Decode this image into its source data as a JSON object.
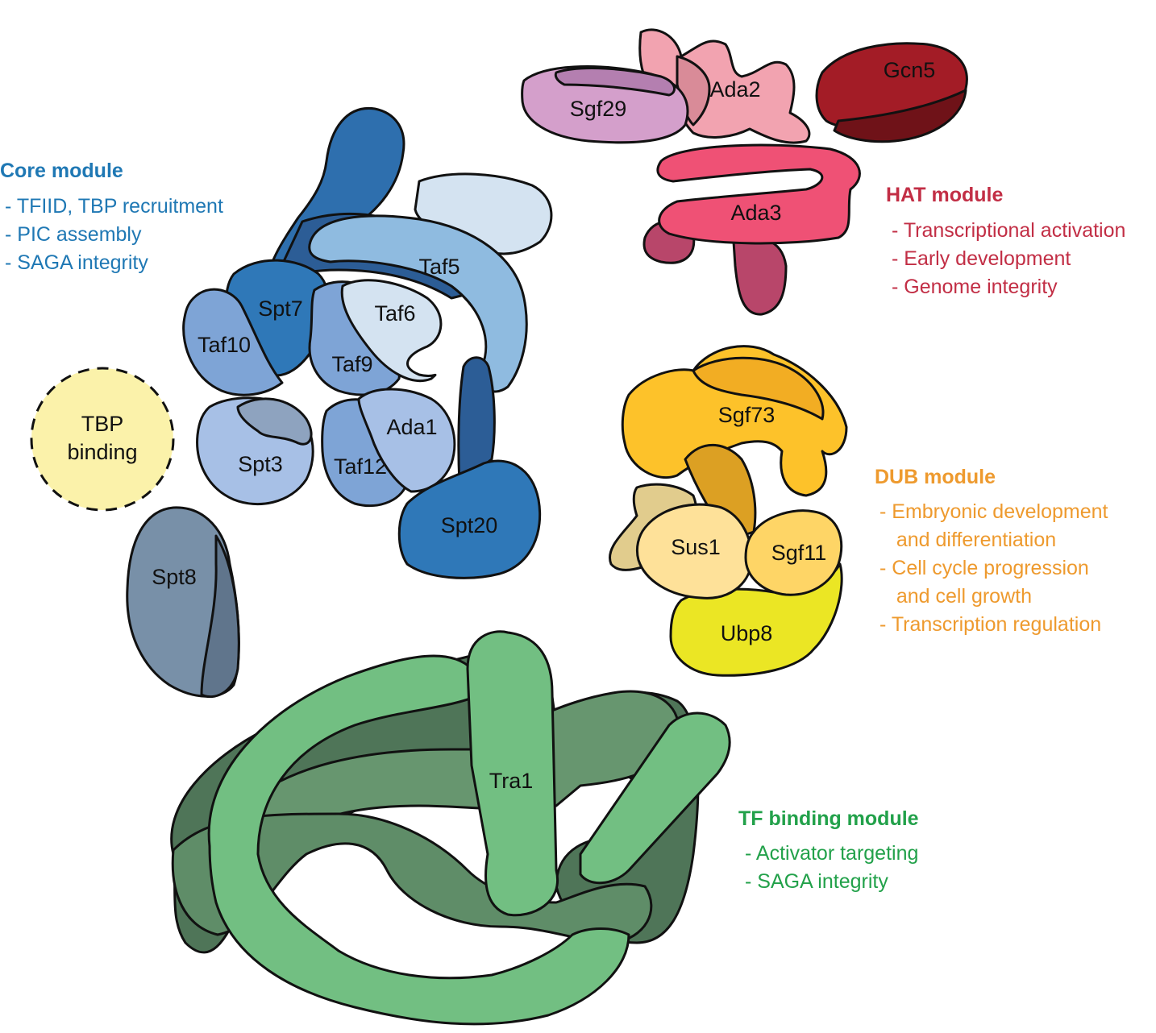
{
  "colors": {
    "core_accent": "#1f78b4",
    "hat_accent": "#c22e45",
    "dub_accent": "#ee9a2e",
    "tf_accent": "#22a14a"
  },
  "modules": {
    "core": {
      "title": "Core module",
      "items": [
        "- TFIID, TBP recruitment",
        "- PIC assembly",
        "- SAGA integrity"
      ]
    },
    "hat": {
      "title": "HAT module",
      "items": [
        "- Transcriptional activation",
        "- Early development",
        "- Genome integrity"
      ]
    },
    "dub": {
      "title": "DUB module",
      "items": [
        "- Embryonic development",
        "   and differentiation",
        "- Cell cycle progression",
        "   and cell growth",
        "- Transcription regulation"
      ]
    },
    "tf": {
      "title": "TF binding module",
      "items": [
        "- Activator targeting",
        "- SAGA integrity"
      ]
    }
  },
  "proteins": {
    "taf5": "Taf5",
    "taf6": "Taf6",
    "spt7": "Spt7",
    "taf10": "Taf10",
    "taf9": "Taf9",
    "ada1": "Ada1",
    "taf12": "Taf12",
    "spt3": "Spt3",
    "spt20": "Spt20",
    "spt8": "Spt8",
    "tbp_line1": "TBP",
    "tbp_line2": "binding",
    "sgf29": "Sgf29",
    "ada2": "Ada2",
    "gcn5": "Gcn5",
    "ada3": "Ada3",
    "sgf73": "Sgf73",
    "sus1": "Sus1",
    "sgf11": "Sgf11",
    "ubp8": "Ubp8",
    "tra1": "Tra1"
  }
}
